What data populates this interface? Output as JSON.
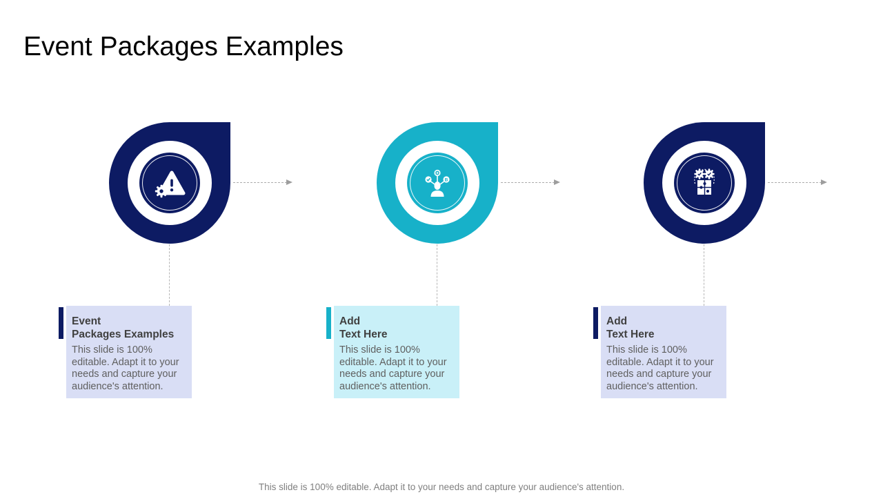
{
  "slide_title": "Event Packages Examples",
  "footer": "This slide is 100% editable. Adapt it to your needs and capture your audience's attention.",
  "colors": {
    "navy": "#0d1b63",
    "teal": "#17b1c9",
    "lavender_box_bg": "#d9def5",
    "cyan_box_bg": "#c9f0f8",
    "heading_text": "#404040",
    "body_text": "#5f5f5f",
    "footer_text": "#7f7f7f",
    "connector_gray": "#ababab"
  },
  "items": [
    {
      "icon": "warning-gear-icon",
      "theme": "navy",
      "heading_line1": "Event",
      "heading_line2": "Packages Examples",
      "body": "This slide is 100% editable. Adapt it to your needs and capture your audience's attention."
    },
    {
      "icon": "person-network-icon",
      "theme": "teal",
      "heading_line1": "Add",
      "heading_line2": "Text Here",
      "body": "This slide is 100% editable. Adapt it to your needs and capture your audience's attention."
    },
    {
      "icon": "puzzle-gears-icon",
      "theme": "navy",
      "heading_line1": "Add",
      "heading_line2": "Text Here",
      "body": "This slide is 100% editable. Adapt it to your needs and capture your audience's attention."
    }
  ]
}
